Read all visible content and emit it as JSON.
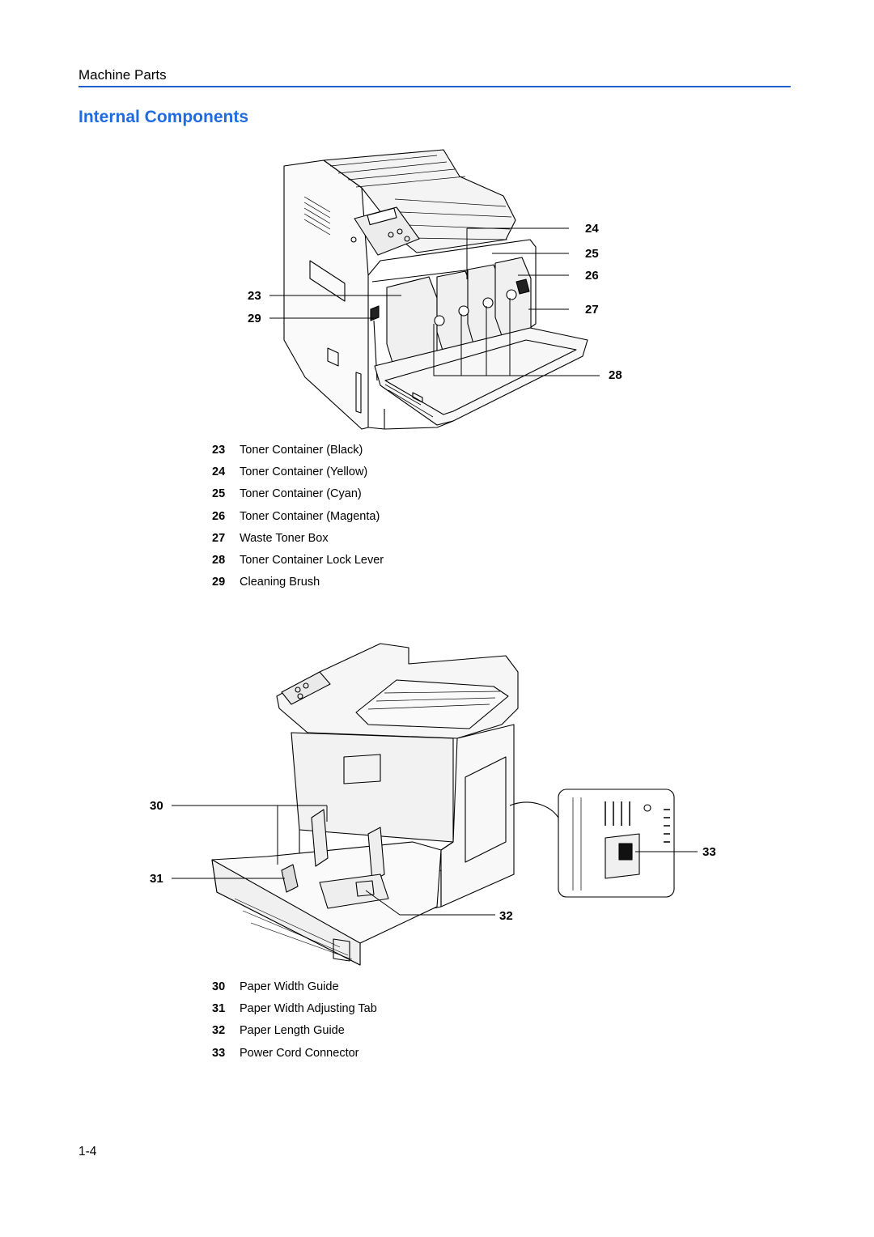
{
  "header": {
    "section": "Machine Parts",
    "title": "Internal Components",
    "accent_color": "#1f6be0"
  },
  "figure_top": {
    "callouts": [
      "23",
      "24",
      "25",
      "26",
      "27",
      "28",
      "29"
    ],
    "legend": [
      {
        "num": "23",
        "label": "Toner Container (Black)"
      },
      {
        "num": "24",
        "label": "Toner Container (Yellow)"
      },
      {
        "num": "25",
        "label": "Toner Container (Cyan)"
      },
      {
        "num": "26",
        "label": "Toner Container (Magenta)"
      },
      {
        "num": "27",
        "label": "Waste Toner Box"
      },
      {
        "num": "28",
        "label": "Toner Container Lock Lever"
      },
      {
        "num": "29",
        "label": "Cleaning Brush"
      }
    ]
  },
  "figure_bottom": {
    "callouts": [
      "30",
      "31",
      "32",
      "33"
    ],
    "legend": [
      {
        "num": "30",
        "label": "Paper Width Guide"
      },
      {
        "num": "31",
        "label": "Paper Width Adjusting Tab"
      },
      {
        "num": "32",
        "label": "Paper Length Guide"
      },
      {
        "num": "33",
        "label": "Power Cord Connector"
      }
    ]
  },
  "footer": {
    "page_number": "1-4"
  }
}
